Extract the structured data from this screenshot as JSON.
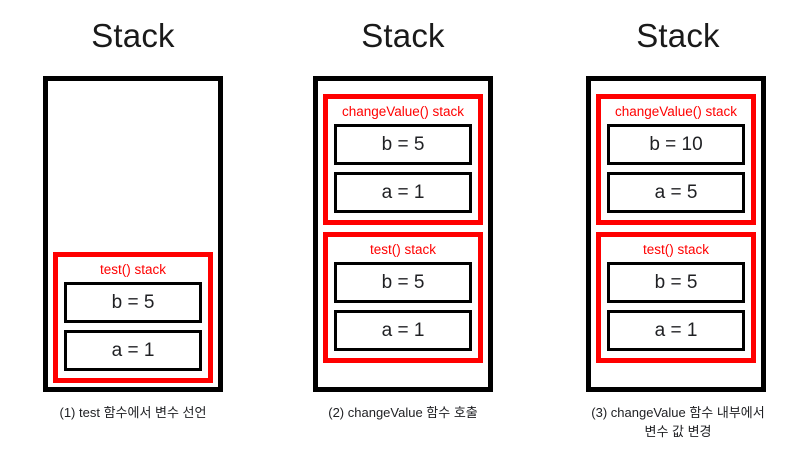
{
  "diagram": {
    "title": "Stack memory diagram",
    "colors": {
      "frame_border": "#ff0000",
      "box_border": "#000000",
      "background": "#ffffff",
      "text": "#202124"
    }
  },
  "panels": [
    {
      "title": "Stack",
      "caption": "(1) test 함수에서 변수 선언",
      "frames": [
        {
          "label": "test() stack",
          "cells": [
            {
              "text": "b = 5"
            },
            {
              "text": "a = 1"
            }
          ]
        }
      ]
    },
    {
      "title": "Stack",
      "caption": "(2) changeValue 함수 호출",
      "frames": [
        {
          "label": "changeValue() stack",
          "cells": [
            {
              "text": "b = 5"
            },
            {
              "text": "a = 1"
            }
          ]
        },
        {
          "label": "test() stack",
          "cells": [
            {
              "text": "b = 5"
            },
            {
              "text": "a = 1"
            }
          ]
        }
      ]
    },
    {
      "title": "Stack",
      "caption_line1": "(3) changeValue 함수 내부에서",
      "caption_line2": "변수 값 변경",
      "frames": [
        {
          "label": "changeValue() stack",
          "cells": [
            {
              "text": "b = 10"
            },
            {
              "text": "a = 5"
            }
          ]
        },
        {
          "label": "test() stack",
          "cells": [
            {
              "text": "b = 5"
            },
            {
              "text": "a = 1"
            }
          ]
        }
      ]
    }
  ]
}
